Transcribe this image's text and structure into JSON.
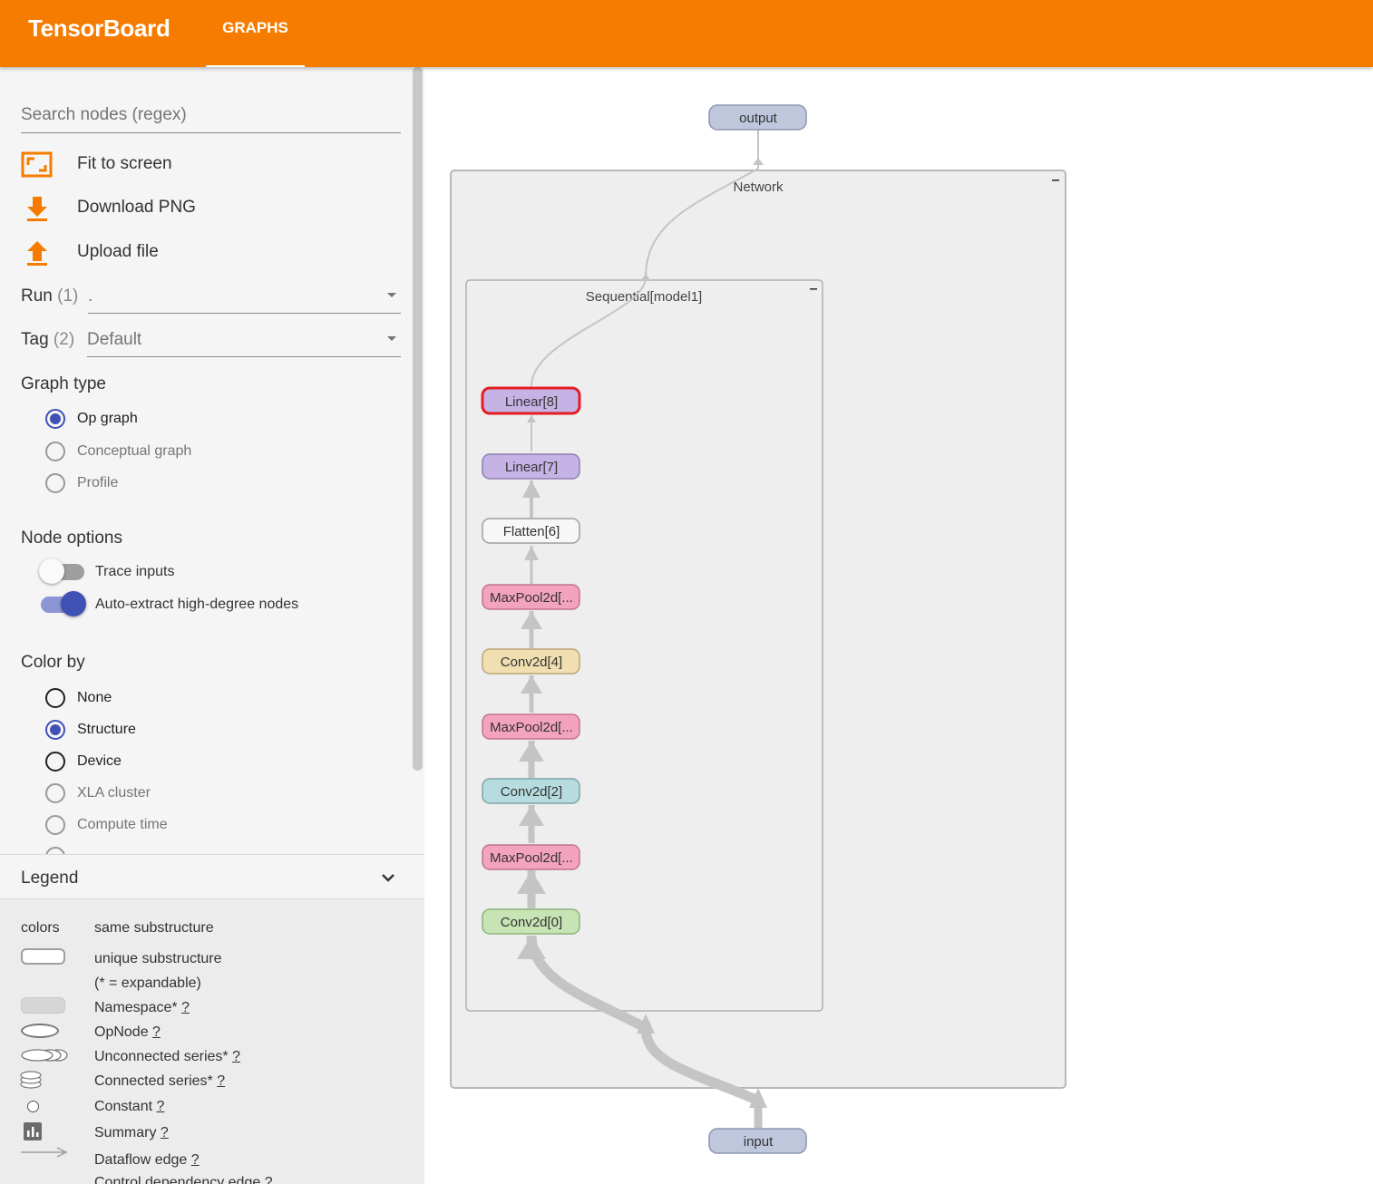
{
  "app": {
    "title": "TensorBoard",
    "tab": "GRAPHS"
  },
  "sidebar": {
    "search_placeholder": "Search nodes (regex)",
    "tools": [
      {
        "label": "Fit to screen",
        "icon": "fit-screen-icon"
      },
      {
        "label": "Download PNG",
        "icon": "download-icon"
      },
      {
        "label": "Upload file",
        "icon": "upload-icon"
      }
    ],
    "run": {
      "label": "Run",
      "count": "(1)",
      "value": "."
    },
    "tag": {
      "label": "Tag",
      "count": "(2)",
      "value": "Default"
    },
    "graph_type": {
      "title": "Graph type",
      "options": [
        "Op graph",
        "Conceptual graph",
        "Profile"
      ],
      "selected": "Op graph"
    },
    "node_options": {
      "title": "Node options",
      "trace_inputs": {
        "label": "Trace inputs",
        "on": false
      },
      "auto_extract": {
        "label": "Auto-extract high-degree nodes",
        "on": true
      }
    },
    "color_by": {
      "title": "Color by",
      "options": [
        "None",
        "Structure",
        "Device",
        "XLA cluster",
        "Compute time"
      ],
      "selected": "Structure"
    }
  },
  "legend": {
    "title": "Legend",
    "colors_label": "colors",
    "same_substructure": "same substructure",
    "unique_substructure": "unique substructure",
    "expandable_note": "(* = expandable)",
    "items": [
      {
        "label": "Namespace*",
        "help": "?"
      },
      {
        "label": "OpNode",
        "help": "?"
      },
      {
        "label": "Unconnected series*",
        "help": "?"
      },
      {
        "label": "Connected series*",
        "help": "?"
      },
      {
        "label": "Constant",
        "help": "?"
      },
      {
        "label": "Summary",
        "help": "?"
      },
      {
        "label": "Dataflow edge",
        "help": "?"
      },
      {
        "label": "Control dependency edge",
        "help": "?"
      }
    ]
  },
  "graph": {
    "output_label": "output",
    "input_label": "input",
    "network_label": "Network",
    "sequential_label": "Sequential[model1]",
    "nodes": [
      {
        "label": "Linear[8]",
        "fill": "#c5b3e6",
        "stroke": "#e51c23",
        "selected": true
      },
      {
        "label": "Linear[7]",
        "fill": "#c5b3e6",
        "stroke": "#8d7fb0",
        "selected": false
      },
      {
        "label": "Flatten[6]",
        "fill": "#f7f7f7",
        "stroke": "#9e9e9e",
        "selected": false
      },
      {
        "label": "MaxPool2d[...",
        "fill": "#f4a3bf",
        "stroke": "#c0738f",
        "selected": false
      },
      {
        "label": "Conv2d[4]",
        "fill": "#f2dfb1",
        "stroke": "#b9a577",
        "selected": false
      },
      {
        "label": "MaxPool2d[...",
        "fill": "#f4a3bf",
        "stroke": "#c0738f",
        "selected": false
      },
      {
        "label": "Conv2d[2]",
        "fill": "#b7dcdf",
        "stroke": "#7da4a8",
        "selected": false
      },
      {
        "label": "MaxPool2d[...",
        "fill": "#f4a3bf",
        "stroke": "#c0738f",
        "selected": false
      },
      {
        "label": "Conv2d[0]",
        "fill": "#c7e4b5",
        "stroke": "#8fb27a",
        "selected": false
      }
    ],
    "colors": {
      "io_fill": "#bfc7dc",
      "io_stroke": "#8c96b0",
      "namespace_fill": "#eeeeee",
      "edge": "#c4c4c4",
      "accent": "#f57c00"
    }
  }
}
